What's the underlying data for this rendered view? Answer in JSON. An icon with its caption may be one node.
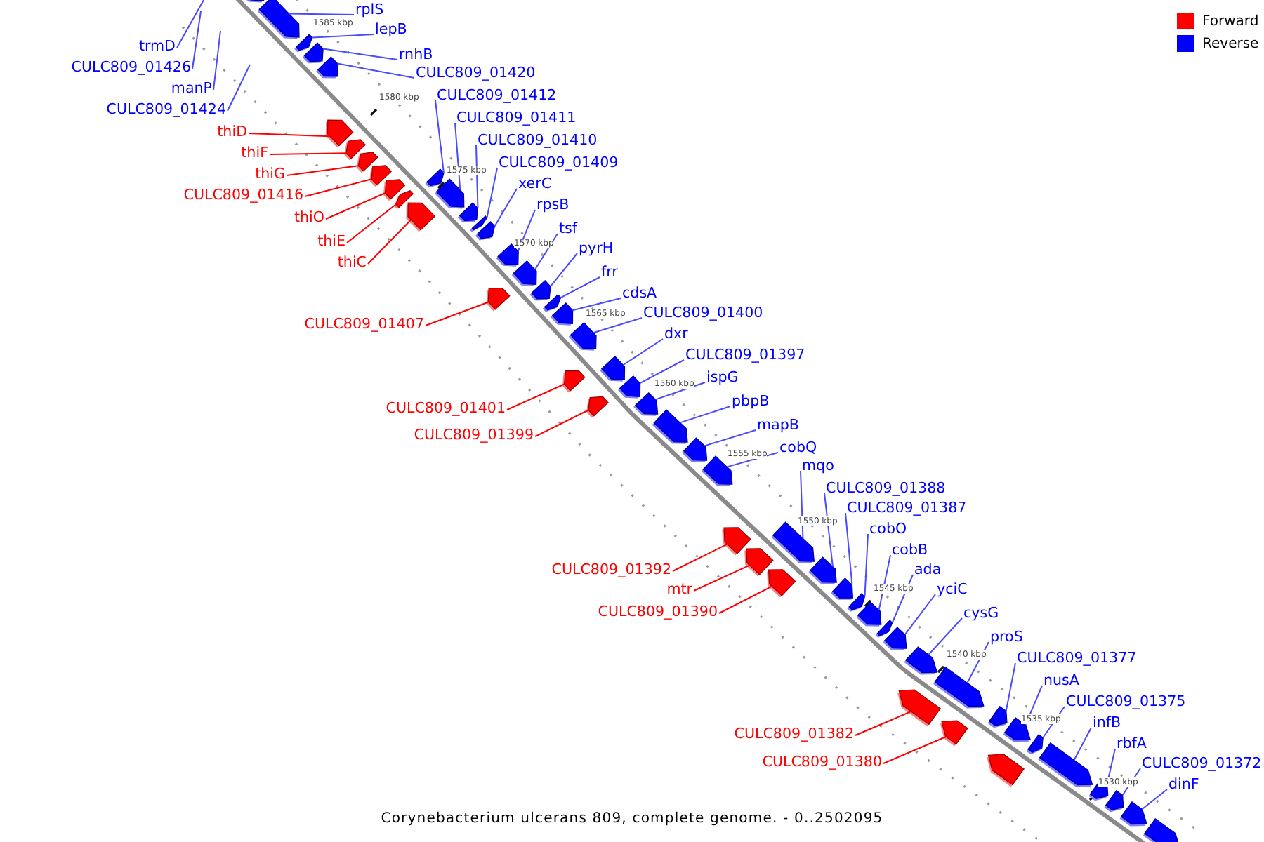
{
  "diagram": {
    "caption": "Corynebacterium ulcerans 809, complete genome. - 0..2502095",
    "nodes": [
      {
        "text": [
          "rplS"
        ]
      },
      {
        "text": [
          "trmD"
        ]
      },
      {
        "text": [
          "lepB"
        ]
      },
      {
        "text": [
          "CULC809_01426"
        ]
      },
      {
        "text": [
          "rnhB"
        ]
      },
      {
        "text": [
          "CULC809_01420"
        ]
      },
      {
        "text": [
          "manP"
        ]
      },
      {
        "text": [
          "CULC809_01412"
        ]
      },
      {
        "text": [
          "CULC809_01424"
        ]
      },
      {
        "text": [
          "CULC809_01411"
        ]
      },
      {
        "text": [
          "thiD"
        ]
      },
      {
        "text": [
          "CULC809_01410"
        ]
      },
      {
        "text": [
          "thiF"
        ]
      },
      {
        "text": [
          "CULC809_01409"
        ]
      },
      {
        "text": [
          "thiG"
        ]
      },
      {
        "text": [
          "xerC"
        ]
      },
      {
        "text": [
          "CULC809_01416"
        ]
      },
      {
        "text": [
          "rpsB"
        ]
      },
      {
        "text": [
          "thiO"
        ]
      },
      {
        "text": [
          "tsf"
        ]
      },
      {
        "text": [
          "thiE"
        ]
      },
      {
        "text": [
          "pyrH"
        ]
      },
      {
        "text": [
          "thiC"
        ]
      },
      {
        "text": [
          "frr"
        ]
      },
      {
        "text": [
          "cdsA"
        ]
      },
      {
        "text": [
          "CULC809_01400"
        ]
      },
      {
        "text": [
          "CULC809_01407"
        ]
      },
      {
        "text": [
          "dxr"
        ]
      },
      {
        "text": [
          "CULC809_01397"
        ]
      },
      {
        "text": [
          "ispG"
        ]
      },
      {
        "text": [
          "pbpB"
        ]
      },
      {
        "text": [
          "CULC809_01401"
        ]
      },
      {
        "text": [
          "mapB"
        ]
      },
      {
        "text": [
          "CULC809_01399"
        ]
      },
      {
        "text": [
          "cobQ"
        ]
      },
      {
        "text": [
          "mqo"
        ]
      },
      {
        "text": [
          "CULC809_01388"
        ]
      },
      {
        "text": [
          "CULC809_01387"
        ]
      },
      {
        "text": [
          "cobO"
        ]
      },
      {
        "text": [
          "cobB"
        ]
      },
      {
        "text": [
          "CULC809_01392"
        ]
      },
      {
        "text": [
          "ada"
        ]
      },
      {
        "text": [
          "mtr"
        ]
      },
      {
        "text": [
          "yciC"
        ]
      },
      {
        "text": [
          "CULC809_01390"
        ]
      },
      {
        "text": [
          "cysG"
        ]
      },
      {
        "text": [
          "proS"
        ]
      },
      {
        "text": [
          "CULC809_01377"
        ]
      },
      {
        "text": [
          "nusA"
        ]
      },
      {
        "text": [
          "CULC809_01375"
        ]
      },
      {
        "text": [
          "infB"
        ]
      },
      {
        "text": [
          "CULC809_01382"
        ]
      },
      {
        "text": [
          "rbfA"
        ]
      },
      {
        "text": [
          "CULC809_01372"
        ]
      },
      {
        "text": [
          "CULC809_01380"
        ]
      },
      {
        "text": [
          "dinF"
        ]
      },
      {
        "text": [],
        "shape": "arrow"
      },
      {
        "text": [],
        "shape": "arrow"
      },
      {
        "text": [],
        "shape": "arrow"
      },
      {
        "text": [],
        "shape": "arrow"
      },
      {
        "text": [],
        "shape": "arrow"
      },
      {
        "text": [],
        "shape": "arrow"
      },
      {
        "text": [],
        "shape": "arrow"
      },
      {
        "text": [],
        "shape": "arrow"
      },
      {
        "text": [],
        "shape": "arrow"
      },
      {
        "text": [],
        "shape": "arrow"
      },
      {
        "text": [],
        "shape": "arrow"
      },
      {
        "text": [],
        "shape": "arrow"
      },
      {
        "text": [],
        "shape": "arrow"
      },
      {
        "text": [],
        "shape": "arrow"
      },
      {
        "text": [],
        "shape": "arrow"
      },
      {
        "text": [],
        "shape": "arrow"
      },
      {
        "text": [],
        "shape": "arrow"
      },
      {
        "text": [],
        "shape": "arrow"
      },
      {
        "text": [],
        "shape": "arrow"
      },
      {
        "text": [],
        "shape": "arrow"
      },
      {
        "text": [],
        "shape": "arrow"
      },
      {
        "text": [],
        "shape": "arrow"
      },
      {
        "text": [],
        "shape": "arrow"
      },
      {
        "text": [],
        "shape": "arrow"
      },
      {
        "text": [],
        "shape": "arrow"
      },
      {
        "text": [],
        "shape": "arrow"
      },
      {
        "text": [],
        "shape": "arrow"
      },
      {
        "text": [],
        "shape": "arrow"
      },
      {
        "text": [],
        "shape": "arrow"
      },
      {
        "text": [],
        "shape": "arrow"
      },
      {
        "text": [],
        "shape": "arrow"
      },
      {
        "text": [],
        "shape": "arrow"
      },
      {
        "text": [],
        "shape": "arrow"
      },
      {
        "text": [],
        "shape": "arrow"
      },
      {
        "text": [],
        "shape": "arrow"
      },
      {
        "text": [],
        "shape": "arrow"
      },
      {
        "text": [],
        "shape": "arrow"
      },
      {
        "text": [],
        "shape": "arrow"
      },
      {
        "text": [],
        "shape": "arrow"
      },
      {
        "text": [],
        "shape": "arrow"
      },
      {
        "text": [],
        "shape": "arrow"
      },
      {
        "text": [],
        "shape": "arrow"
      },
      {
        "text": [],
        "shape": "arrow"
      },
      {
        "text": [],
        "shape": "arrow"
      },
      {
        "text": [],
        "shape": "arrow"
      },
      {
        "text": [],
        "shape": "arrow"
      },
      {
        "text": [],
        "shape": "arrow"
      },
      {
        "text": [],
        "shape": "arrow"
      },
      {
        "text": [],
        "shape": "arrow"
      },
      {
        "text": [],
        "shape": "arrow"
      },
      {
        "text": [],
        "shape": "arrow"
      },
      {
        "text": [],
        "shape": "arrow"
      },
      {
        "text": [],
        "shape": "arrow"
      },
      {
        "text": [],
        "shape": "arrow"
      },
      {
        "text": [],
        "shape": "arrow"
      }
    ],
    "edges": [
      {
        "from": 0,
        "to": 57,
        "arrow": "none"
      },
      {
        "from": 1,
        "to": null,
        "arrow": "none"
      },
      {
        "from": 2,
        "to": 58,
        "arrow": "none"
      },
      {
        "from": 3,
        "to": null,
        "arrow": "none"
      },
      {
        "from": 4,
        "to": 59,
        "arrow": "none"
      },
      {
        "from": 5,
        "to": 60,
        "arrow": "none"
      },
      {
        "from": 6,
        "to": null,
        "arrow": "none"
      },
      {
        "from": 7,
        "to": 67,
        "arrow": "none"
      },
      {
        "from": 8,
        "to": null,
        "arrow": "none"
      },
      {
        "from": 9,
        "to": 69,
        "arrow": "none"
      },
      {
        "from": 10,
        "to": 61,
        "arrow": "none",
        "color": "#ff0000"
      },
      {
        "from": 11,
        "to": 70,
        "arrow": "none"
      },
      {
        "from": 12,
        "to": 62,
        "arrow": "none",
        "color": "#ff0000"
      },
      {
        "from": 13,
        "to": 71,
        "arrow": "none"
      },
      {
        "from": 14,
        "to": 63,
        "arrow": "none",
        "color": "#ff0000"
      },
      {
        "from": 15,
        "to": 72,
        "arrow": "none"
      },
      {
        "from": 16,
        "to": 64,
        "arrow": "none",
        "color": "#ff0000"
      },
      {
        "from": 17,
        "to": 73,
        "arrow": "none"
      },
      {
        "from": 18,
        "to": 65,
        "arrow": "none",
        "color": "#ff0000"
      },
      {
        "from": 19,
        "to": 75,
        "arrow": "none"
      },
      {
        "from": 20,
        "to": 66,
        "arrow": "none",
        "color": "#ff0000"
      },
      {
        "from": 21,
        "to": 76,
        "arrow": "none"
      },
      {
        "from": 22,
        "to": 68,
        "arrow": "none",
        "color": "#ff0000"
      },
      {
        "from": 23,
        "to": 77,
        "arrow": "none"
      },
      {
        "from": 24,
        "to": 78,
        "arrow": "none"
      },
      {
        "from": 25,
        "to": 79,
        "arrow": "none"
      },
      {
        "from": 26,
        "to": 74,
        "arrow": "none",
        "color": "#ff0000"
      },
      {
        "from": 27,
        "to": 81,
        "arrow": "none"
      },
      {
        "from": 28,
        "to": 83,
        "arrow": "none"
      },
      {
        "from": 29,
        "to": 84,
        "arrow": "none"
      },
      {
        "from": 30,
        "to": 85,
        "arrow": "none"
      },
      {
        "from": 31,
        "to": 80,
        "arrow": "none",
        "color": "#ff0000"
      },
      {
        "from": 32,
        "to": 86,
        "arrow": "none"
      },
      {
        "from": 33,
        "to": 82,
        "arrow": "none",
        "color": "#ff0000"
      },
      {
        "from": 34,
        "to": 87,
        "arrow": "none"
      },
      {
        "from": 35,
        "to": 90,
        "arrow": "none"
      },
      {
        "from": 36,
        "to": 92,
        "arrow": "none"
      },
      {
        "from": 37,
        "to": 93,
        "arrow": "none"
      },
      {
        "from": 38,
        "to": 94,
        "arrow": "none"
      },
      {
        "from": 39,
        "to": 95,
        "arrow": "none"
      },
      {
        "from": 40,
        "to": 88,
        "arrow": "none",
        "color": "#ff0000"
      },
      {
        "from": 41,
        "to": 96,
        "arrow": "none"
      },
      {
        "from": 42,
        "to": 89,
        "arrow": "none",
        "color": "#ff0000"
      },
      {
        "from": 43,
        "to": 97,
        "arrow": "none"
      },
      {
        "from": 44,
        "to": 91,
        "arrow": "none",
        "color": "#ff0000"
      },
      {
        "from": 45,
        "to": 98,
        "arrow": "none"
      },
      {
        "from": 46,
        "to": 100,
        "arrow": "none"
      },
      {
        "from": 47,
        "to": 102,
        "arrow": "none"
      },
      {
        "from": 48,
        "to": 103,
        "arrow": "none"
      },
      {
        "from": 49,
        "to": 105,
        "arrow": "none"
      },
      {
        "from": 50,
        "to": 106,
        "arrow": "none"
      },
      {
        "from": 51,
        "to": 99,
        "arrow": "none",
        "color": "#ff0000"
      },
      {
        "from": 52,
        "to": 107,
        "arrow": "none"
      },
      {
        "from": 53,
        "to": 108,
        "arrow": "none"
      },
      {
        "from": 54,
        "to": 101,
        "arrow": "none",
        "color": "#ff0000"
      },
      {
        "from": 55,
        "to": 109,
        "arrow": "none"
      }
    ],
    "labels": [
      "1585 kbp",
      "1580 kbp",
      "1575 kbp",
      "1570 kbp",
      "1565 kbp",
      "1560 kbp",
      "1555 kbp",
      "1550 kbp",
      "1545 kbp",
      "1540 kbp",
      "1535 kbp",
      "1530 kbp"
    ],
    "legend": [
      {
        "text": "Forward",
        "color": "#ff0000"
      },
      {
        "text": "Reverse",
        "color": "#0000ff"
      }
    ]
  }
}
